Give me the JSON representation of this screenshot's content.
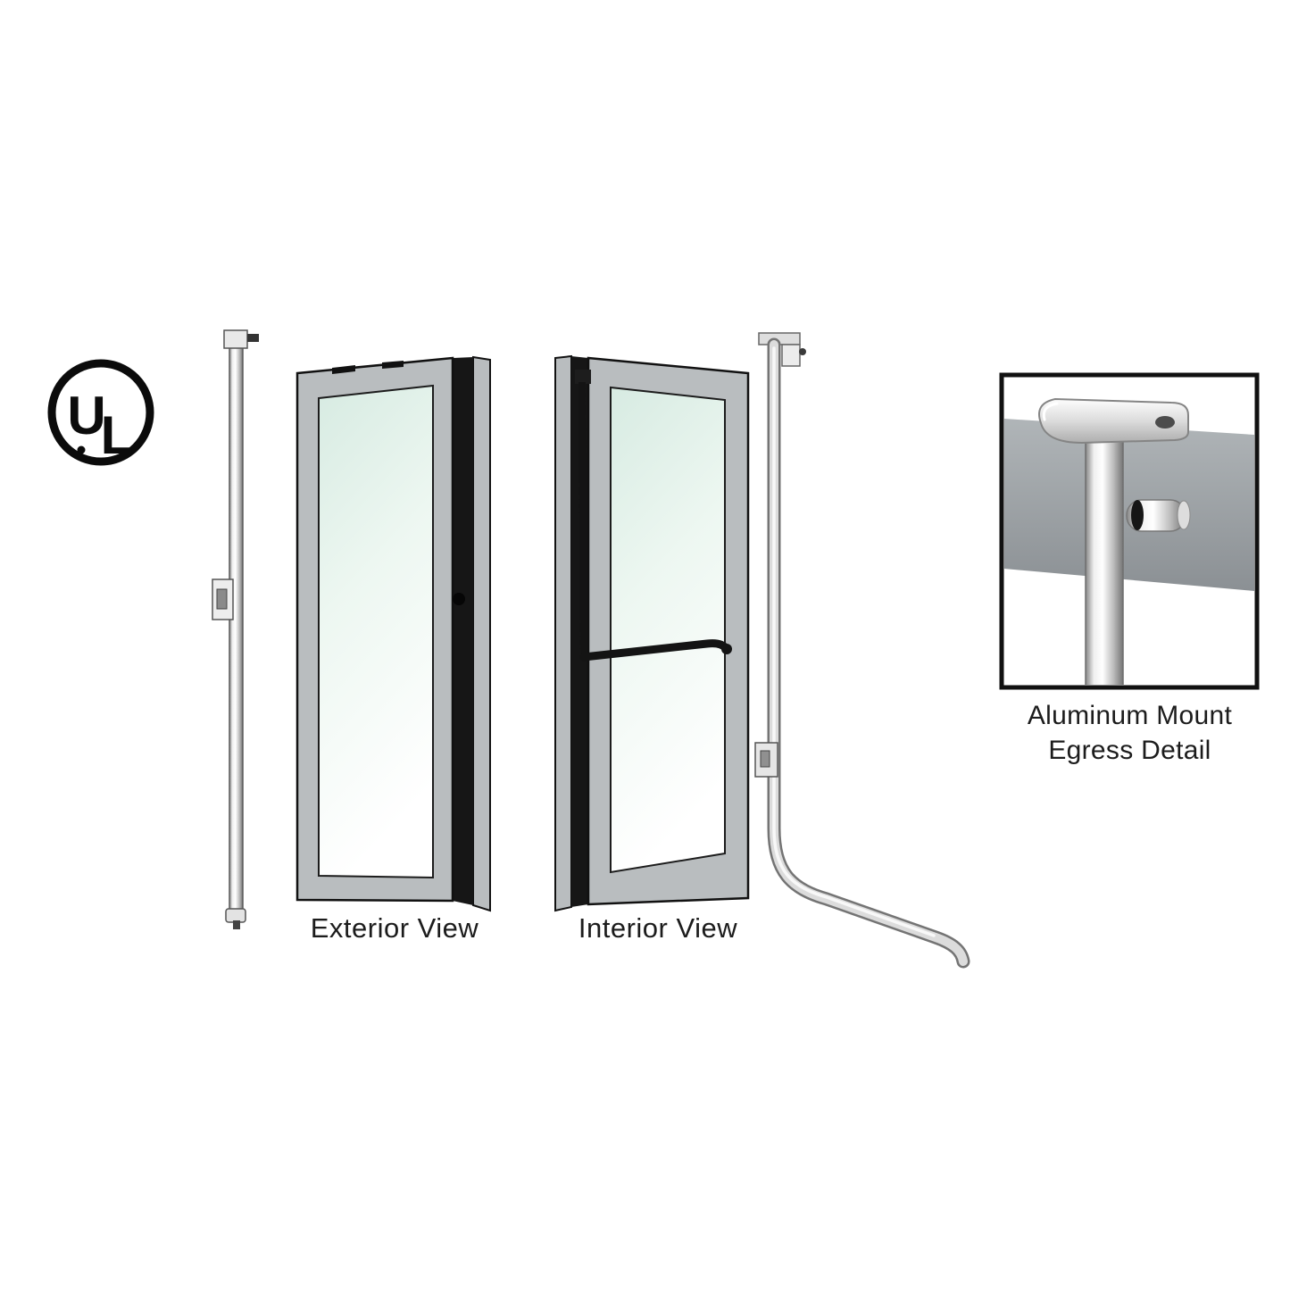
{
  "logo": {
    "u": "U",
    "l": "L",
    "name": "UL certification mark"
  },
  "figures": {
    "exterior": {
      "label": "Exterior View"
    },
    "interior": {
      "label": "Interior View"
    },
    "detail": {
      "caption_line1": "Aluminum Mount",
      "caption_line2": "Egress Detail"
    }
  },
  "colors": {
    "background": "#ffffff",
    "frame_gray": "#b9bdbf",
    "glass_tint": "#dcefe7",
    "door_edge_black": "#161616",
    "metal_light": "#ececec",
    "metal_dark": "#7d7d7d",
    "panel_gray": "#9aa0a3",
    "ink": "#1c1c1c"
  }
}
